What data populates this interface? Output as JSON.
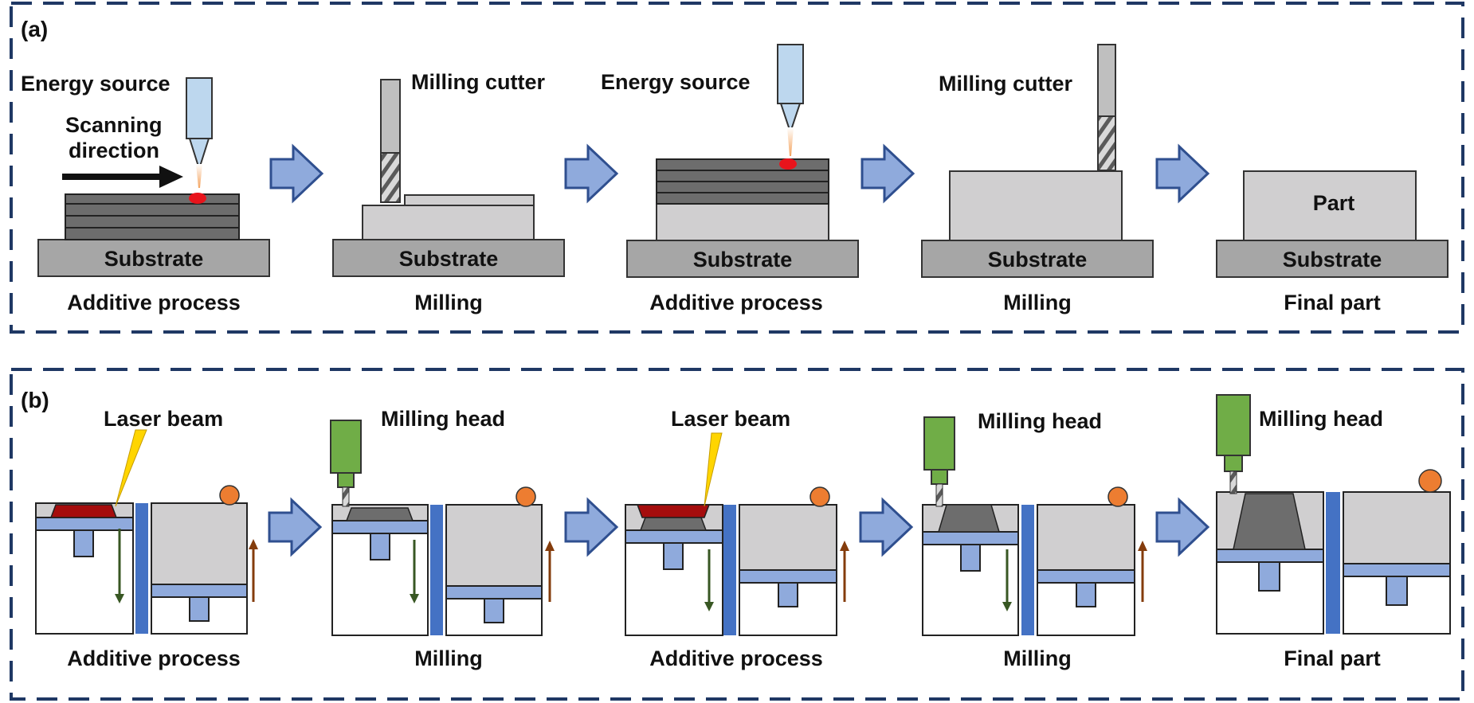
{
  "colors": {
    "frame": "#1f3864",
    "arrow_fill": "#8faadc",
    "arrow_stroke": "#2f4f8f",
    "substrate": "#a6a6a6",
    "layer_dark": "#6d6d6d",
    "light_block": "#d0cfd0",
    "nozzle": "#bdd7ee",
    "melt": "#e8141c",
    "laser": "#ffd500",
    "head_green": "#70ad47",
    "platform_blue": "#8faadc",
    "wall_blue": "#4472c4",
    "roller_orange": "#ed7d31",
    "arrow_down_green": "#385723",
    "arrow_up_brown": "#843c0c",
    "deposit_red": "#a50d0d"
  },
  "panel_a": {
    "tag": "(a)",
    "stages": [
      {
        "tool_label": "Energy source",
        "extra_label_1": "Scanning",
        "extra_label_2": "direction",
        "substrate": "Substrate",
        "caption": "Additive process"
      },
      {
        "tool_label": "Milling cutter",
        "substrate": "Substrate",
        "caption": "Milling"
      },
      {
        "tool_label": "Energy source",
        "substrate": "Substrate",
        "caption": "Additive process"
      },
      {
        "tool_label": "Milling cutter",
        "substrate": "Substrate",
        "caption": "Milling"
      },
      {
        "part_label": "Part",
        "substrate": "Substrate",
        "caption": "Final part"
      }
    ]
  },
  "panel_b": {
    "tag": "(b)",
    "stages": [
      {
        "tool_label": "Laser beam",
        "caption": "Additive process"
      },
      {
        "tool_label": "Milling head",
        "caption": "Milling"
      },
      {
        "tool_label": "Laser beam",
        "caption": "Additive process"
      },
      {
        "tool_label": "Milling head",
        "caption": "Milling"
      },
      {
        "tool_label": "Milling head",
        "caption": "Final part"
      }
    ]
  }
}
